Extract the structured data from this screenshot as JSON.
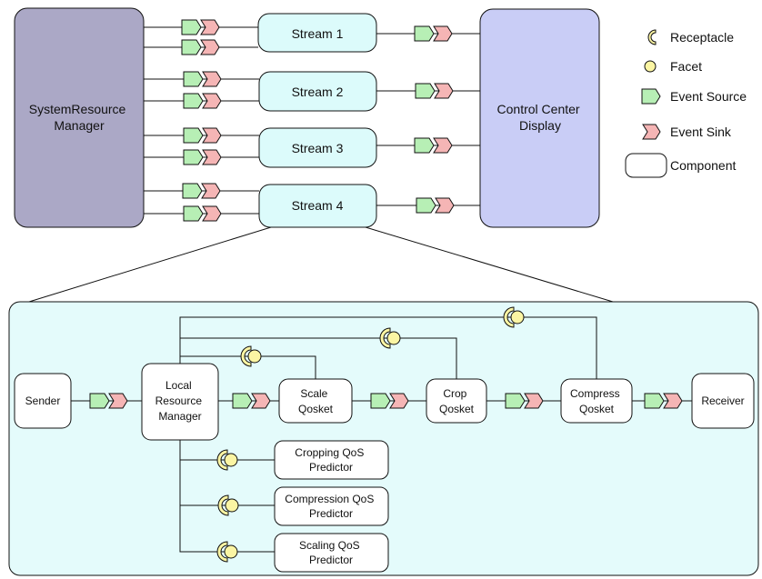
{
  "legend": {
    "receptacle": "Receptacle",
    "facet": "Facet",
    "event_source": "Event Source",
    "event_sink": "Event Sink",
    "component": "Component"
  },
  "top": {
    "system_resource_manager": [
      "SystemResource",
      "Manager"
    ],
    "control_center": [
      "Control Center",
      "Display"
    ],
    "streams": [
      "Stream 1",
      "Stream 2",
      "Stream 3",
      "Stream 4"
    ]
  },
  "detail": {
    "sender": "Sender",
    "local_resource_manager": [
      "Local",
      "Resource",
      "Manager"
    ],
    "scale_qosket": [
      "Scale",
      "Qosket"
    ],
    "crop_qosket": [
      "Crop",
      "Qosket"
    ],
    "compress_qosket": [
      "Compress",
      "Qosket"
    ],
    "receiver": "Receiver",
    "predictors": [
      [
        "Cropping QoS",
        "Predictor"
      ],
      [
        "Compression QoS",
        "Predictor"
      ],
      [
        "Scaling QoS",
        "Predictor"
      ]
    ]
  },
  "colors": {
    "srm_fill": "#aba8c6",
    "control_fill": "#c9cdf6",
    "stream_fill": "#dcfbfb",
    "detail_fill": "#e4fbfb",
    "event_source": "#b7efb5",
    "event_sink": "#f5b5b5",
    "facet": "#fbf5a3"
  }
}
